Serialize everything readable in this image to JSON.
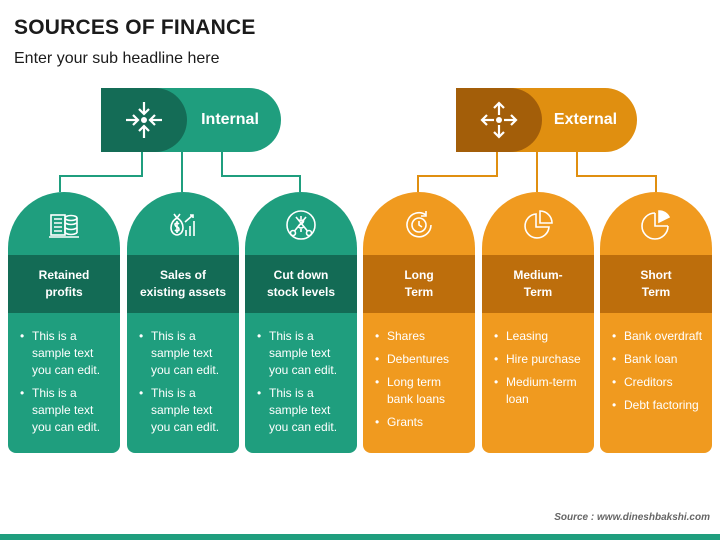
{
  "title": "SOURCES OF FINANCE",
  "subtitle": "Enter your sub headline here",
  "groups": {
    "internal": {
      "label": "Internal",
      "color": "#1f9e7e",
      "dark": "#146c56",
      "icon": "converge-arrows-icon"
    },
    "external": {
      "label": "External",
      "color": "#e08f10",
      "dark": "#a35e09",
      "icon": "expand-arrows-icon"
    }
  },
  "cards": [
    {
      "head": "Retained\nprofits",
      "icon": "coins-ledger-icon",
      "items": [
        "This is a sample text you can edit.",
        "This is a sample text you can edit."
      ]
    },
    {
      "head": "Sales of\nexisting assets",
      "icon": "money-bag-chart-icon",
      "items": [
        "This is a sample text you can edit.",
        "This is a sample text you can edit."
      ]
    },
    {
      "head": "Cut down\nstock levels",
      "icon": "cost-cut-icon",
      "items": [
        "This is a sample text you can edit.",
        "This is a sample text you can edit."
      ]
    },
    {
      "head": "Long\nTerm",
      "icon": "clock-cycle-icon",
      "items": [
        "Shares",
        "Debentures",
        "Long term bank loans",
        "Grants"
      ]
    },
    {
      "head": "Medium-\nTerm",
      "icon": "pie-quarter-icon",
      "items": [
        "Leasing",
        "Hire purchase",
        "Medium-term loan"
      ]
    },
    {
      "head": "Short\nTerm",
      "icon": "pie-slice-icon",
      "items": [
        "Bank overdraft",
        "Bank loan",
        "Creditors",
        "Debt factoring"
      ]
    }
  ],
  "source": "Source : www.dineshbakshi.com"
}
